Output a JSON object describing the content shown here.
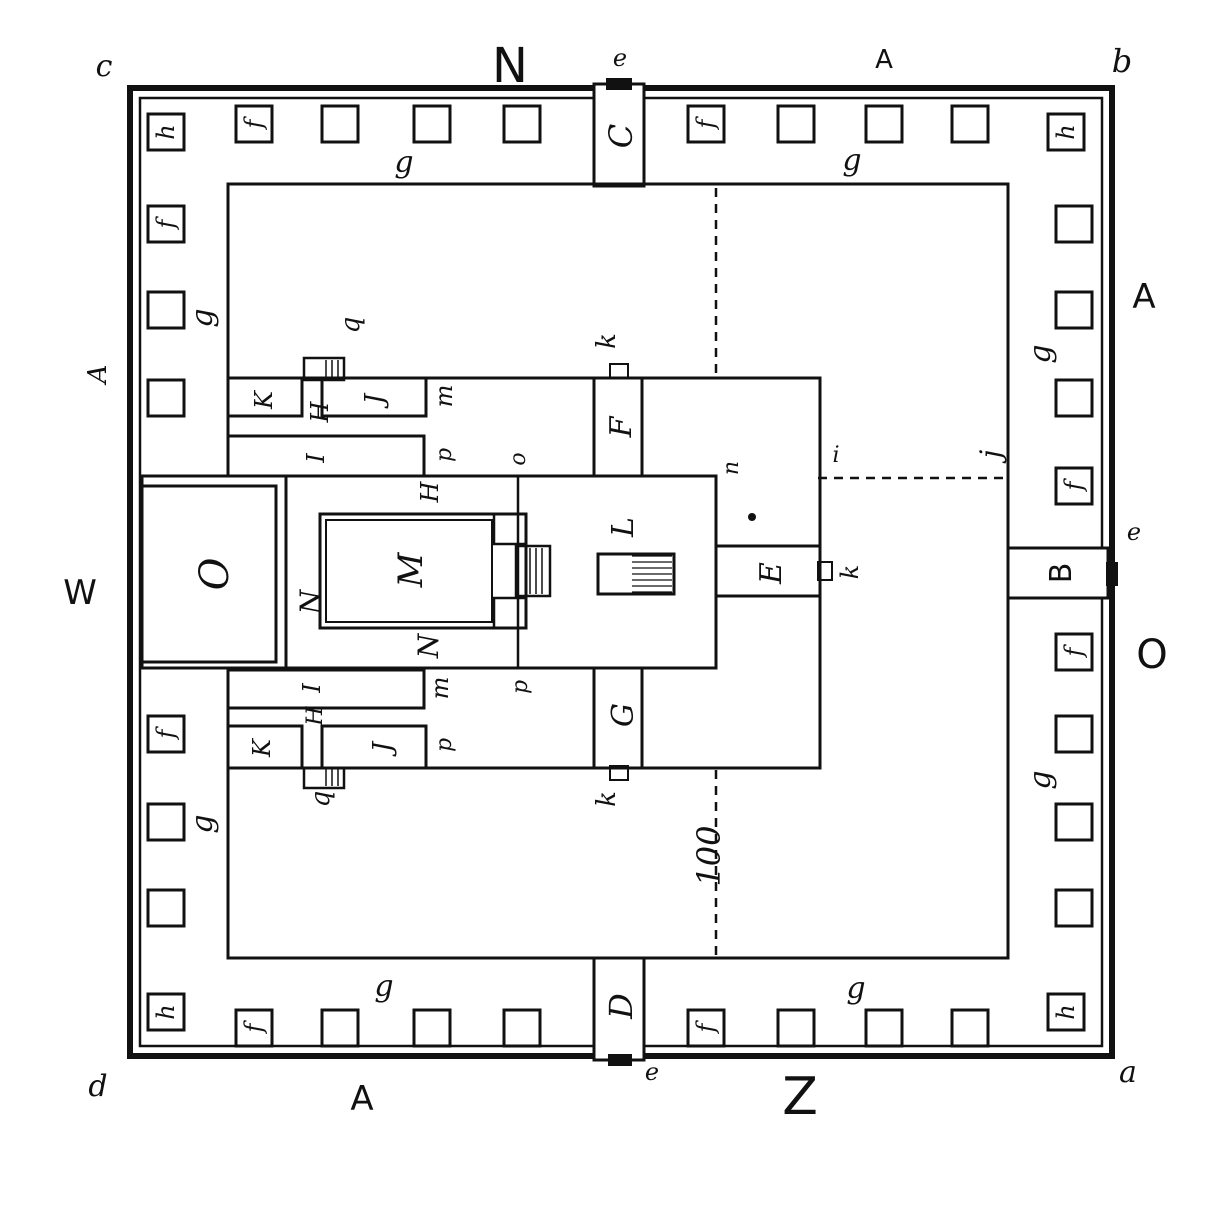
{
  "compass": {
    "north": "N",
    "south": "Z",
    "east": "O",
    "west": "W"
  },
  "corners": {
    "nw": "c",
    "ne": "b",
    "se": "a",
    "sw": "d"
  },
  "edge_labels": {
    "top": "A",
    "bottom": "A",
    "right": "A",
    "left": "A"
  },
  "gates": {
    "east": "B",
    "north": "C",
    "south": "D",
    "gate_mark": "e"
  },
  "chambers": {
    "side": "f",
    "corner": "h"
  },
  "court": {
    "outer": "g",
    "guide_i": "i",
    "guide_j": "j",
    "measure": "100"
  },
  "inner": {
    "gate_east": "E",
    "gate_north": "F",
    "gate_south": "G",
    "H": "H",
    "I": "I",
    "J": "J",
    "K": "K",
    "L": "L",
    "M": "M",
    "N": "N",
    "O": "O",
    "k": "k",
    "m": "m",
    "n": "n",
    "o": "o",
    "p": "p",
    "q": "q"
  }
}
